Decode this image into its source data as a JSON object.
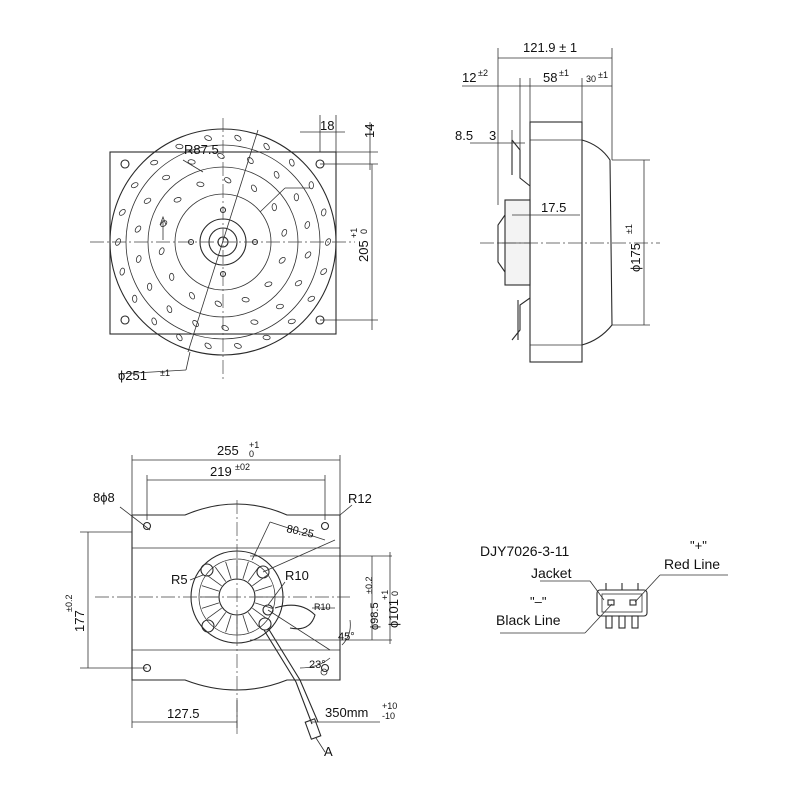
{
  "front_view": {
    "r_outer": "R87.5",
    "dia_outer": "ϕ251",
    "dia_outer_tol": "±1",
    "dim_18": "18",
    "dim_14": "14",
    "dim_205": "205",
    "dim_205_tol_up": "+1",
    "dim_205_tol_dn": "0"
  },
  "side_view": {
    "overall": "121.9 ± 1",
    "dim_12": "12",
    "dim_12_tol": "±2",
    "dim_58": "58",
    "dim_58_tol": "±1",
    "dim_30": "30",
    "dim_30_tol": "±1",
    "dim_85": "8.5",
    "dim_3": "3",
    "dim_175_hub": "17.5",
    "dim_175": "ϕ175",
    "dim_175_tol": "±1"
  },
  "bottom_view": {
    "width_255": "255",
    "width_255_up": "+1",
    "width_255_dn": "0",
    "width_219": "219",
    "width_219_tol": "±02",
    "holes": "8ϕ8",
    "r12": "R12",
    "dim_8025": "80.25",
    "r5": "R5",
    "r10": "R10",
    "r10_small": "R10",
    "height_177": "177",
    "height_177_tol": "±0.2",
    "dia_985": "ϕ98.5",
    "dia_985_tol": "±0.2",
    "dia_101": "ϕ101",
    "dia_101_up": "+1",
    "dia_101_dn": "0",
    "angle_45": "45°",
    "angle_23": "23°",
    "dim_1275": "127.5",
    "cable": "350mm",
    "cable_up": "+10",
    "cable_dn": "-10",
    "label_a": "A"
  },
  "connector": {
    "model": "DJY7026-3-11",
    "jacket": "Jacket",
    "plus": "\"+\"",
    "red": "Red Line",
    "minus": "\"–\"",
    "black": "Black Line"
  }
}
